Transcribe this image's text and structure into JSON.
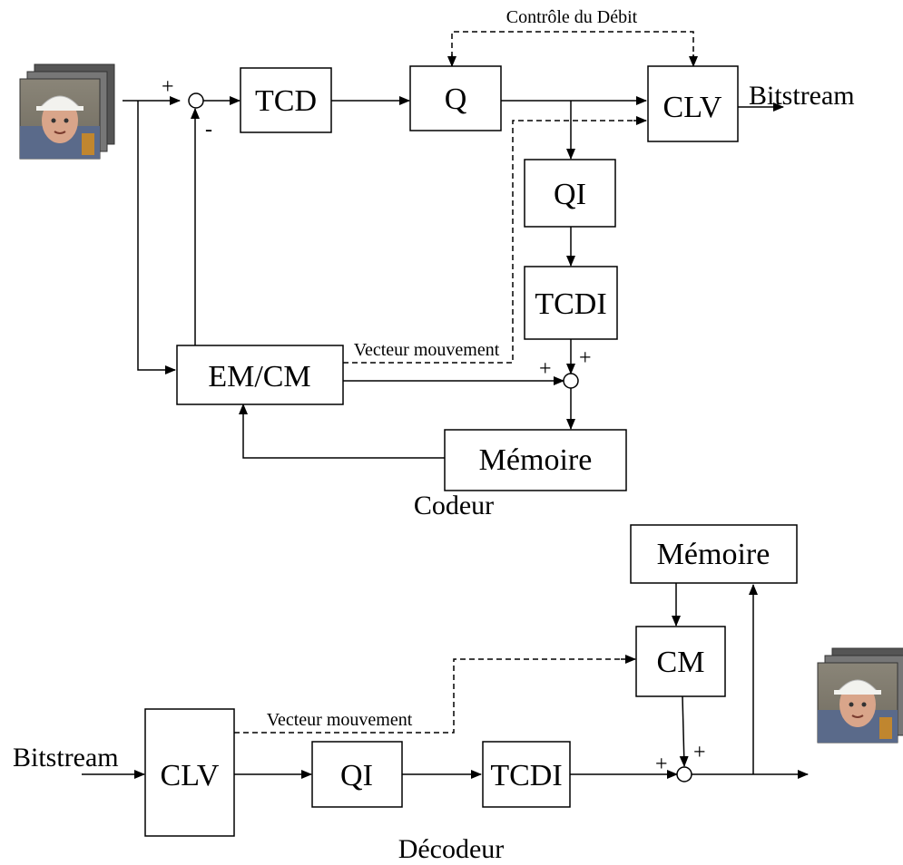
{
  "encoder": {
    "blocks": {
      "dct": "TCD",
      "quant": "Q",
      "vlc": "CLV",
      "iquant": "QI",
      "idct": "TCDI",
      "me_mc": "EM/CM",
      "memory": "Mémoire"
    },
    "rate_control": "Contrôle du Débit",
    "output": "Bitstream",
    "motion_vector": "Vecteur mouvement",
    "caption": "Codeur",
    "signs": {
      "sub_plus": "+",
      "sub_minus": "-",
      "add_plus_left": "+",
      "add_plus_top": "+"
    }
  },
  "decoder": {
    "blocks": {
      "vlc": "CLV",
      "iquant": "QI",
      "idct": "TCDI",
      "mc": "CM",
      "memory": "Mémoire"
    },
    "input": "Bitstream",
    "motion_vector": "Vecteur mouvement",
    "caption": "Décodeur",
    "signs": {
      "add_plus_left": "+",
      "add_plus_top": "+"
    }
  },
  "icons": {
    "encoder_input": "video-frames-icon",
    "decoder_output": "video-frames-icon"
  }
}
